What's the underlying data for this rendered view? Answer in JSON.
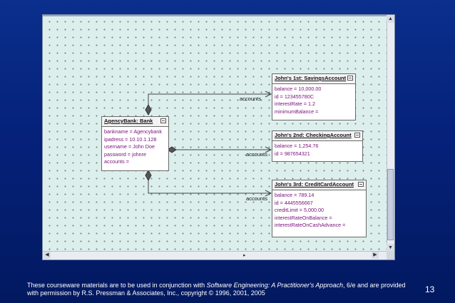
{
  "diagram": {
    "agency": {
      "title": "AgencyBank: Bank",
      "attributes": [
        {
          "name": "bankname",
          "value": "Agencybank"
        },
        {
          "name": "ipadress",
          "value": "10.10.1.128"
        },
        {
          "name": "username",
          "value": "John Doe"
        },
        {
          "name": "password",
          "value": "johnre"
        },
        {
          "name": "accounts",
          "value": ""
        }
      ]
    },
    "savings": {
      "title": "John's 1st: SavingsAccount",
      "attributes": [
        {
          "name": "balance",
          "value": "10,000.00"
        },
        {
          "name": "id",
          "value": "123455780C"
        },
        {
          "name": "interestRate",
          "value": "1.2"
        },
        {
          "name": "minimumBalance",
          "value": ""
        }
      ]
    },
    "checking": {
      "title": "John's 2nd: CheckingAccount",
      "attributes": [
        {
          "name": "balance",
          "value": "1,254.76"
        },
        {
          "name": "id",
          "value": "987654321"
        }
      ]
    },
    "credit": {
      "title": "John's 3rd: CreditCardAccount",
      "attributes": [
        {
          "name": "balance",
          "value": "789.14"
        },
        {
          "name": "id",
          "value": "4445556667"
        },
        {
          "name": "creditLimit",
          "value": "5,000.00"
        },
        {
          "name": "interestRateOnBalance",
          "value": ""
        },
        {
          "name": "interestRateOnCashAdvance",
          "value": ""
        }
      ]
    },
    "roles": [
      "accounts",
      "accounts",
      "accounts"
    ]
  },
  "footer": {
    "prefix": "These courseware materials are to be used in conjunction with ",
    "book": "Software Engineering: A Practitioner's Approach",
    "suffix": ", 6/e and are provided with permission by R.S. Pressman & Associates, Inc., copyright © 1996, 2001, 2005"
  },
  "page_number": "13"
}
